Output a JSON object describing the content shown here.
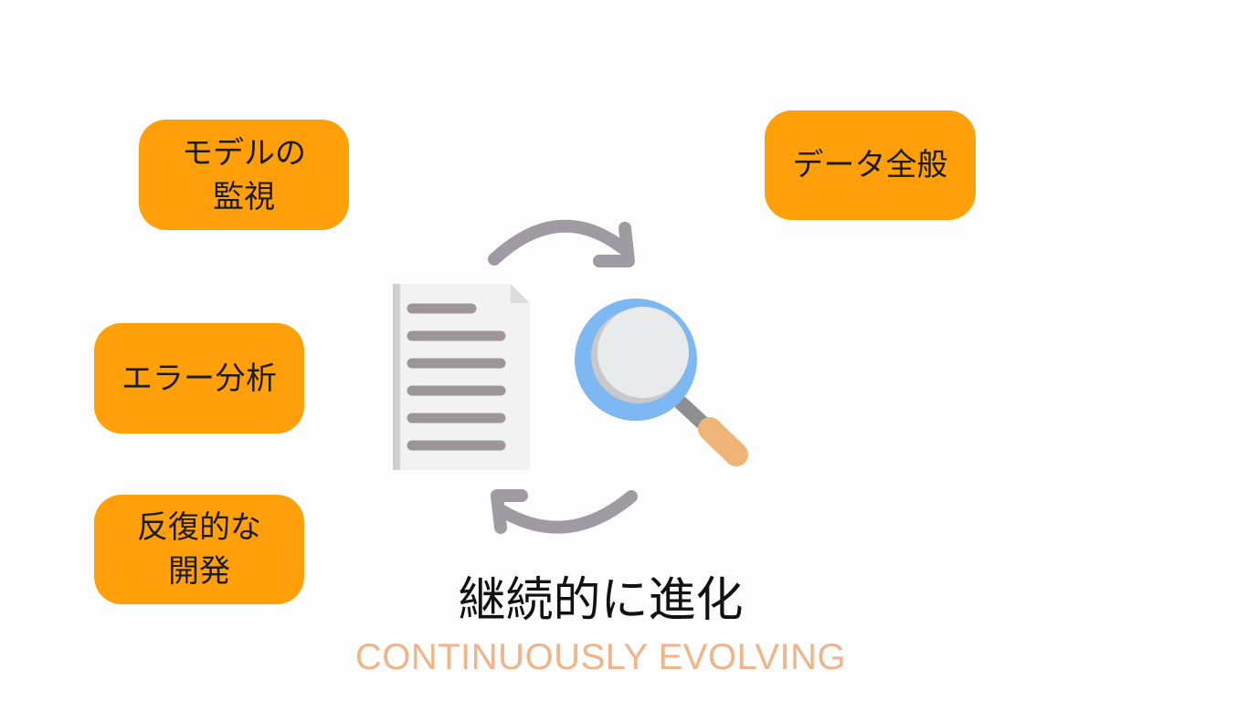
{
  "tags": {
    "model_monitoring": [
      "モデルの",
      "監視"
    ],
    "data_overall": [
      "データ全般"
    ],
    "error_analysis": [
      "エラー分析"
    ],
    "iterative_development": [
      "反復的な",
      "開発"
    ]
  },
  "title": "継続的に進化",
  "subtitle": "CONTINUOUSLY EVOLVING",
  "colors": {
    "tag_background": "#ff9f0a",
    "arrow": "#a09aa2",
    "document": "#f1f1f1",
    "document_lines": "#9c9698",
    "magnifier_ring": "#7eb8f2",
    "magnifier_handle": "#f0b576",
    "subtitle": "#f0b48a"
  },
  "icons": [
    "document-icon",
    "magnifying-glass-icon",
    "cycle-arrow-icon"
  ]
}
